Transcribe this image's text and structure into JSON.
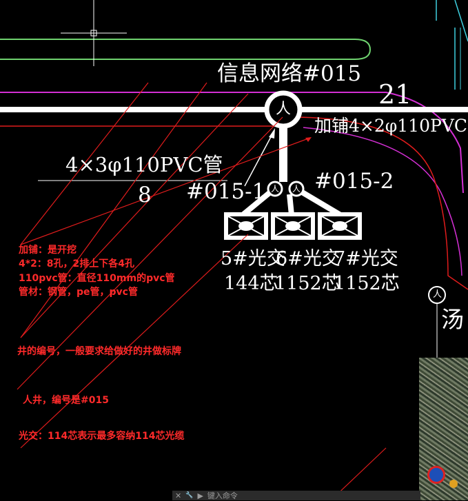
{
  "cad": {
    "labels": {
      "main_well": "信息网络#015",
      "segment_21": "21",
      "added_pipe": "加铺4×2φ110PVC管",
      "existing_pipe": "4×3φ110PVC管",
      "segment_8": "8",
      "sub_well_1": "#015-1",
      "sub_well_2": "#015-2",
      "cabinet_5": "5#光交",
      "cabinet_6": "6#光交",
      "cabinet_7": "7#光交",
      "core_5": "144芯",
      "core_6": "1152芯",
      "core_7": "1152芯",
      "partial_text": "汤"
    },
    "manhole_glyph": "人"
  },
  "notes": {
    "line1": "加铺：是开挖",
    "line2": "4*2：8孔，2排上下各4孔",
    "line3": "110pvc管：直径110mm的pvc管",
    "line4": "管材：钢管，pe管，pvc管",
    "well_number": "井的编号，一般要求给做好的井做标牌",
    "manhole": "人井，编号是#015",
    "cabinet": "光交：114芯表示最多容纳114芯光缆"
  },
  "command_bar": {
    "close_icon": "✕",
    "wrench_icon": "🔧",
    "prompt_icon": "▶",
    "placeholder": "键入命令"
  },
  "colors": {
    "background": "#000000",
    "annotation": "#ff2a2a",
    "road": "#ffffff",
    "green_line": "#6fd36f",
    "magenta_line": "#d42fd4",
    "cyan_line": "#3fd0e0"
  }
}
